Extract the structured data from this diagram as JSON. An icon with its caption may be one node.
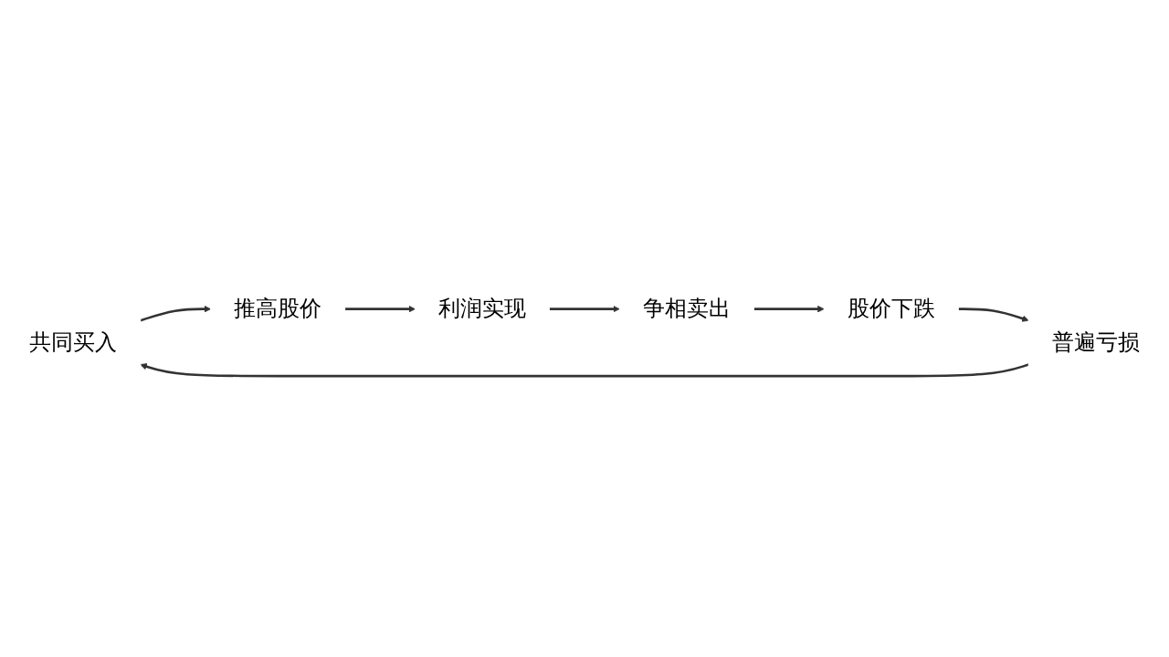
{
  "diagram": {
    "nodes": [
      {
        "text": [
          "共同买入"
        ]
      },
      {
        "text": [
          "推高股价"
        ]
      },
      {
        "text": [
          "利润实现"
        ]
      },
      {
        "text": [
          "争相卖出"
        ]
      },
      {
        "text": [
          "股价下跌"
        ]
      },
      {
        "text": [
          "普遍亏损"
        ]
      }
    ],
    "edges": [
      {
        "from": 0,
        "to": 1,
        "arrow": "to"
      },
      {
        "from": 1,
        "to": 2,
        "arrow": "to"
      },
      {
        "from": 2,
        "to": 3,
        "arrow": "to"
      },
      {
        "from": 3,
        "to": 4,
        "arrow": "to"
      },
      {
        "from": 4,
        "to": 5,
        "arrow": "to"
      },
      {
        "from": 5,
        "to": 0,
        "arrow": "to"
      }
    ]
  }
}
